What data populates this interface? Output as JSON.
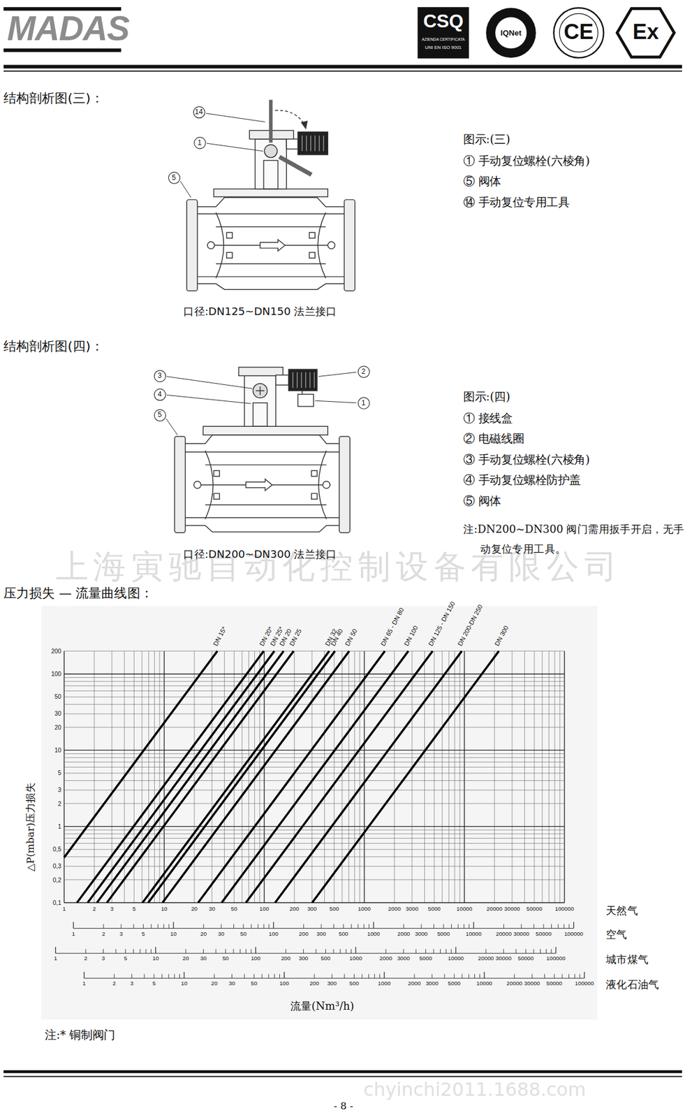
{
  "diagram": {
    "nodes": [
      {
        "text": [
          "14"
        ]
      },
      {
        "text": [
          "1"
        ]
      },
      {
        "text": [
          "5"
        ]
      },
      {
        "text": [
          "3"
        ]
      },
      {
        "text": [
          "4"
        ]
      },
      {
        "text": [
          "5"
        ]
      },
      {
        "text": [
          "2"
        ]
      },
      {
        "text": [
          "1"
        ]
      }
    ],
    "labels": [
      "MADAS",
      "CSQ",
      "AZIENDA CERTIFICATA",
      "UNI EN ISO 9001",
      "IQNet",
      "CE",
      "Ex",
      "结构剖析图(三)：",
      "图示:(三)",
      "① 手动复位螺栓(六棱角)",
      "⑤ 阀体",
      "⑭ 手动复位专用工具",
      "口径:DN125~DN150 法兰接口",
      "结构剖析图(四)：",
      "图示:(四)",
      "① 接线盒",
      "② 电磁线圈",
      "③ 手动复位螺栓(六棱角)",
      "④ 手动复位螺栓防护盖",
      "⑤ 阀体",
      "注:DN200~DN300 阀门需用扳手开启，无手动复位专用工具。",
      "口径:DN200~DN300 法兰接口",
      "上海寅驰自动化控制设备有限公司",
      "压力损失 — 流量曲线图：",
      "△P(mbar)压力损失",
      "流量(Nm³/h)",
      "注:* 铜制阀门",
      "- 8 -",
      "chyinchi2011.1688.com",
      "DN 15*",
      "DN 20*",
      "DN 25*",
      "DN 20",
      "DN 25",
      "DN 32",
      "DN 40",
      "DN 50",
      "DN 65 - DN 80",
      "DN 100",
      "DN 125 - DN 150",
      "DN 200-DN 250",
      "DN 300",
      "200",
      "100",
      "50",
      "30",
      "20",
      "10",
      "5",
      "3",
      "2",
      "1",
      "0,5",
      "0,3",
      "0,2",
      "0,1",
      "天然气",
      "空气",
      "城市煤气",
      "液化石油气",
      "1",
      "2",
      "3",
      "5",
      "10",
      "20",
      "30",
      "50",
      "100",
      "200",
      "300",
      "500",
      "1000",
      "2000",
      "3000",
      "5000",
      "10000",
      "20000",
      "30000",
      "50000",
      "100000",
      "1",
      "2",
      "3",
      "5",
      "10",
      "20",
      "30",
      "50",
      "100",
      "200",
      "300",
      "500",
      "1000",
      "2000",
      "3000",
      "5000",
      "10000",
      "20000",
      "30000",
      "50000",
      "100000",
      "1",
      "2",
      "3",
      "5",
      "10",
      "20",
      "30",
      "50",
      "100",
      "200",
      "300",
      "500",
      "1000",
      "2000",
      "3000",
      "5000",
      "10000",
      "20000",
      "30000",
      "50000",
      "100000",
      "1",
      "2",
      "3",
      "5",
      "10",
      "20",
      "30",
      "50",
      "100",
      "200",
      "300",
      "500",
      "1000",
      "2000",
      "3000",
      "5000",
      "10000",
      "20000",
      "30000",
      "50000",
      "100000"
    ]
  }
}
